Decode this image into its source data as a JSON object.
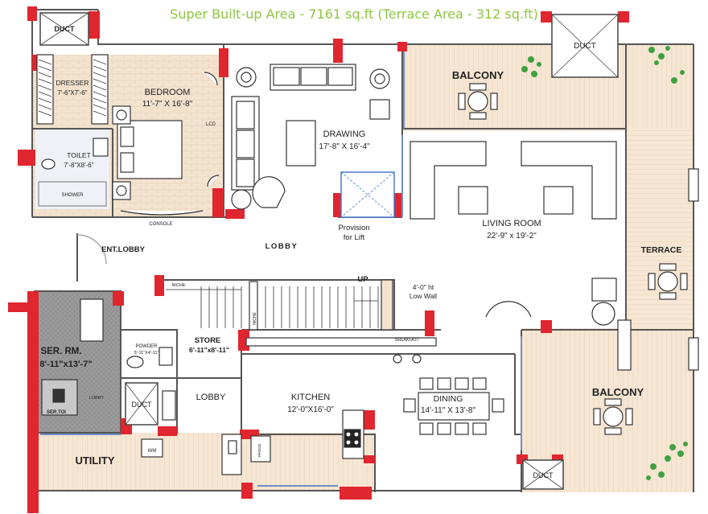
{
  "header": {
    "title": "Super Built-up Area - 7161 sq.ft (Terrace Area - 312 sq.ft)"
  },
  "colors": {
    "title_green": "#8dc63f",
    "wall_red": "#e0262e",
    "wall_dark": "#555555",
    "floor_beige": "#f3e3cf",
    "servant_gray": "#9b9b9b",
    "glass_blue": "#6f8fc9",
    "plant_green": "#3fa13f"
  },
  "rooms": {
    "duct_top_left": "DUCT",
    "duct_top_right": "DUCT",
    "duct_mid": "DUCT",
    "duct_bottom": "DUCT",
    "dresser_name": "DRESSER",
    "dresser_size": "7'-6\"X7'-6\"",
    "bedroom_name": "BEDROOM",
    "bedroom_size": "11'-7\" X 16'-8\"",
    "toilet_name": "TOILET",
    "toilet_size": "7'-8\"X8'-6\"",
    "shower": "SHOWER",
    "console": "CONSOLE",
    "lcd": "LCD",
    "drawing_name": "DRAWING",
    "drawing_size": "17'-8\" X 16'-4\"",
    "balcony_top": "BALCONY",
    "lift_line1": "Provision",
    "lift_line2": "for Lift",
    "living_name": "LIVING ROOM",
    "living_size": "22'-9\" x 19'-2\"",
    "ent_lobby": "ENT.LOBBY",
    "lobby_main": "LOBBY",
    "terrace": "TERRACE",
    "niche_left": "NICHE",
    "niche_mid": "NICHE",
    "up": "UP",
    "low_wall_line1": "4'-0\" ht",
    "low_wall_line2": "Low Wall",
    "ser_rm_name": "SER. RM.",
    "ser_rm_size": "8'-11\"x13'-7\"",
    "powder_name": "POWDER",
    "powder_size": "5'-11\"X4'-11\"",
    "store_name": "STORE",
    "store_size": "6'-11\"x8'-11\"",
    "breakfast": "BREAKFAST",
    "lobby_ser": "LOBBY",
    "ser_toi": "SER.TOI",
    "lobby_kitchen": "LOBBY",
    "kitchen_name": "KITCHEN",
    "kitchen_size": "12'-0\"X16'-0\"",
    "dining_name": "DINING",
    "dining_size": "14'-11\" X 13'-8\"",
    "balcony_bottom": "BALCONY",
    "utility": "UTILITY",
    "wm": "WM",
    "fridge": "FRIDGE"
  }
}
